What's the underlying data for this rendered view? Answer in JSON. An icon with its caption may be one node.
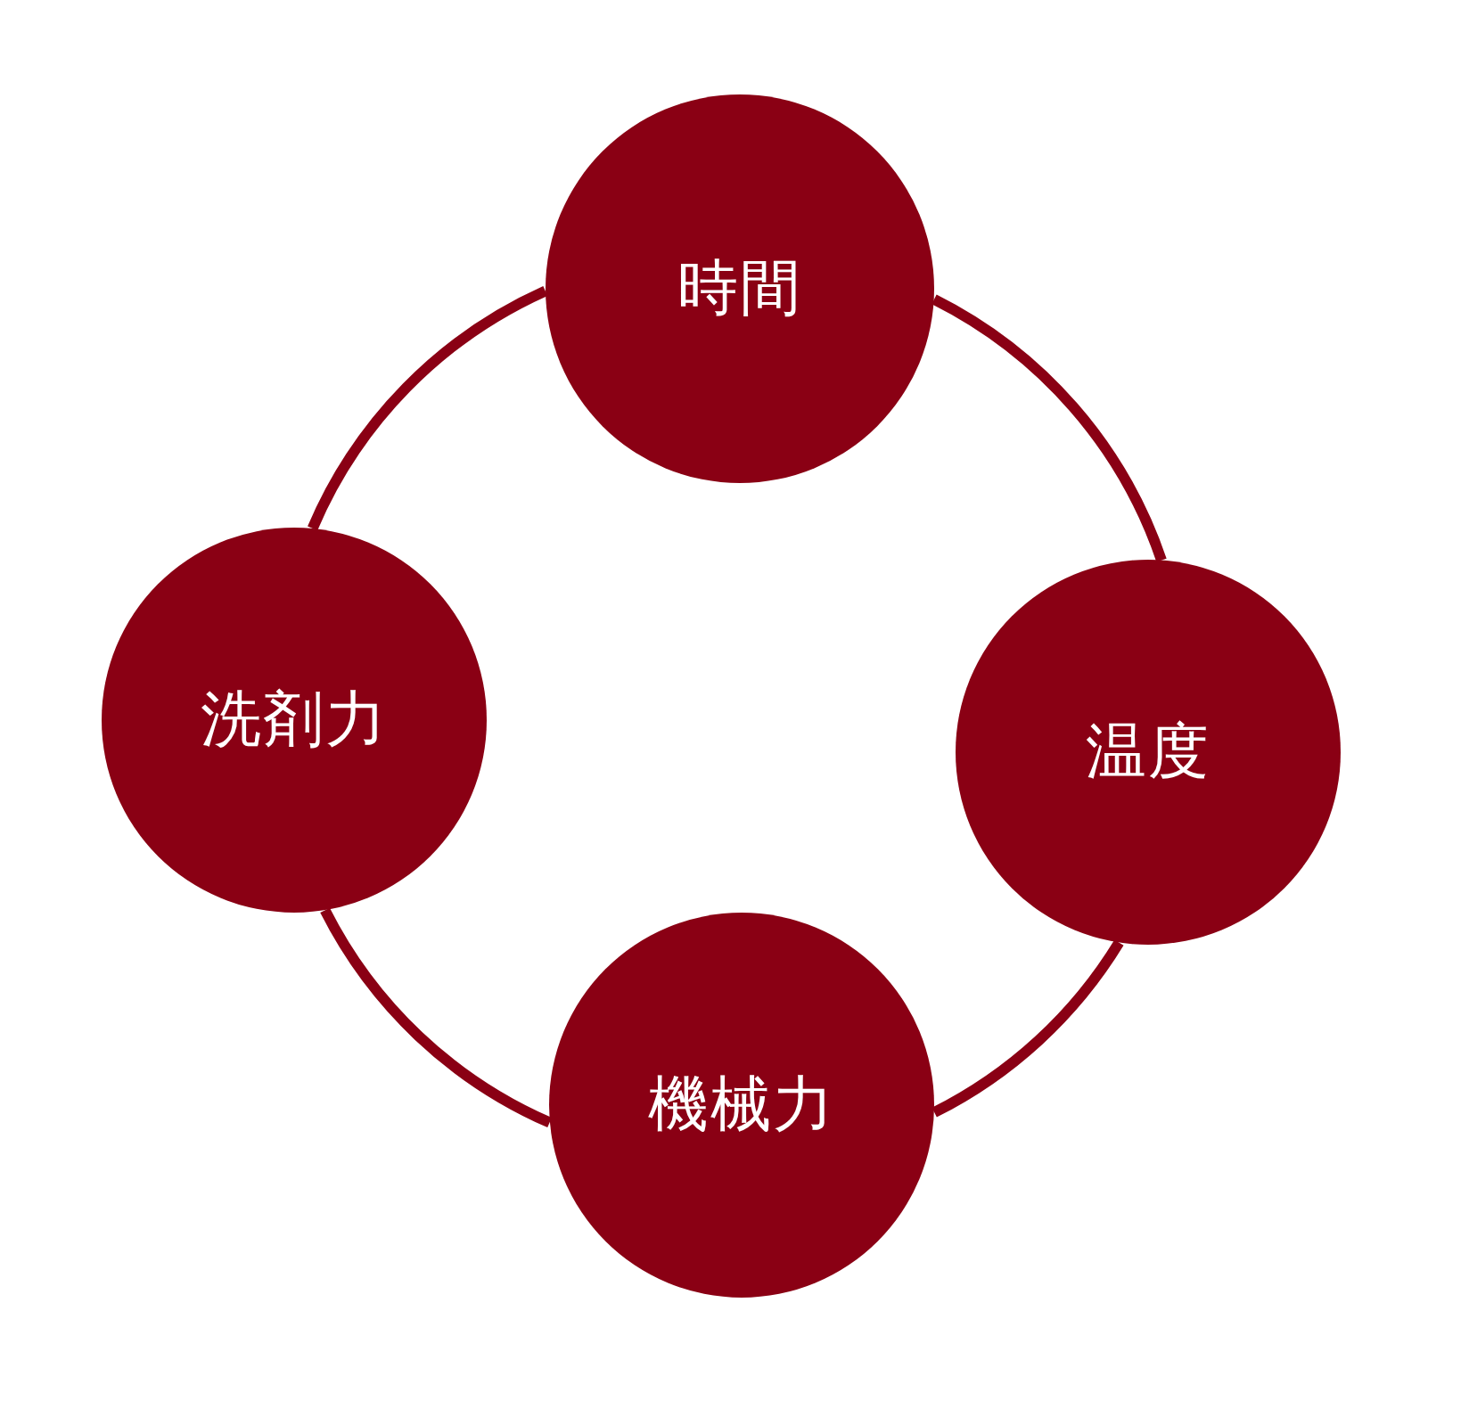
{
  "diagram": {
    "nodes": [
      {
        "text": [
          "時間"
        ]
      },
      {
        "text": [
          "洗剤力"
        ]
      },
      {
        "text": [
          "温度"
        ]
      },
      {
        "text": [
          "機械力"
        ]
      }
    ],
    "edges": [
      {
        "from": 0,
        "to": 2,
        "arrow": "none"
      },
      {
        "from": 2,
        "to": 3,
        "arrow": "none"
      },
      {
        "from": 3,
        "to": 1,
        "arrow": "none"
      },
      {
        "from": 1,
        "to": 0,
        "arrow": "none"
      }
    ]
  }
}
